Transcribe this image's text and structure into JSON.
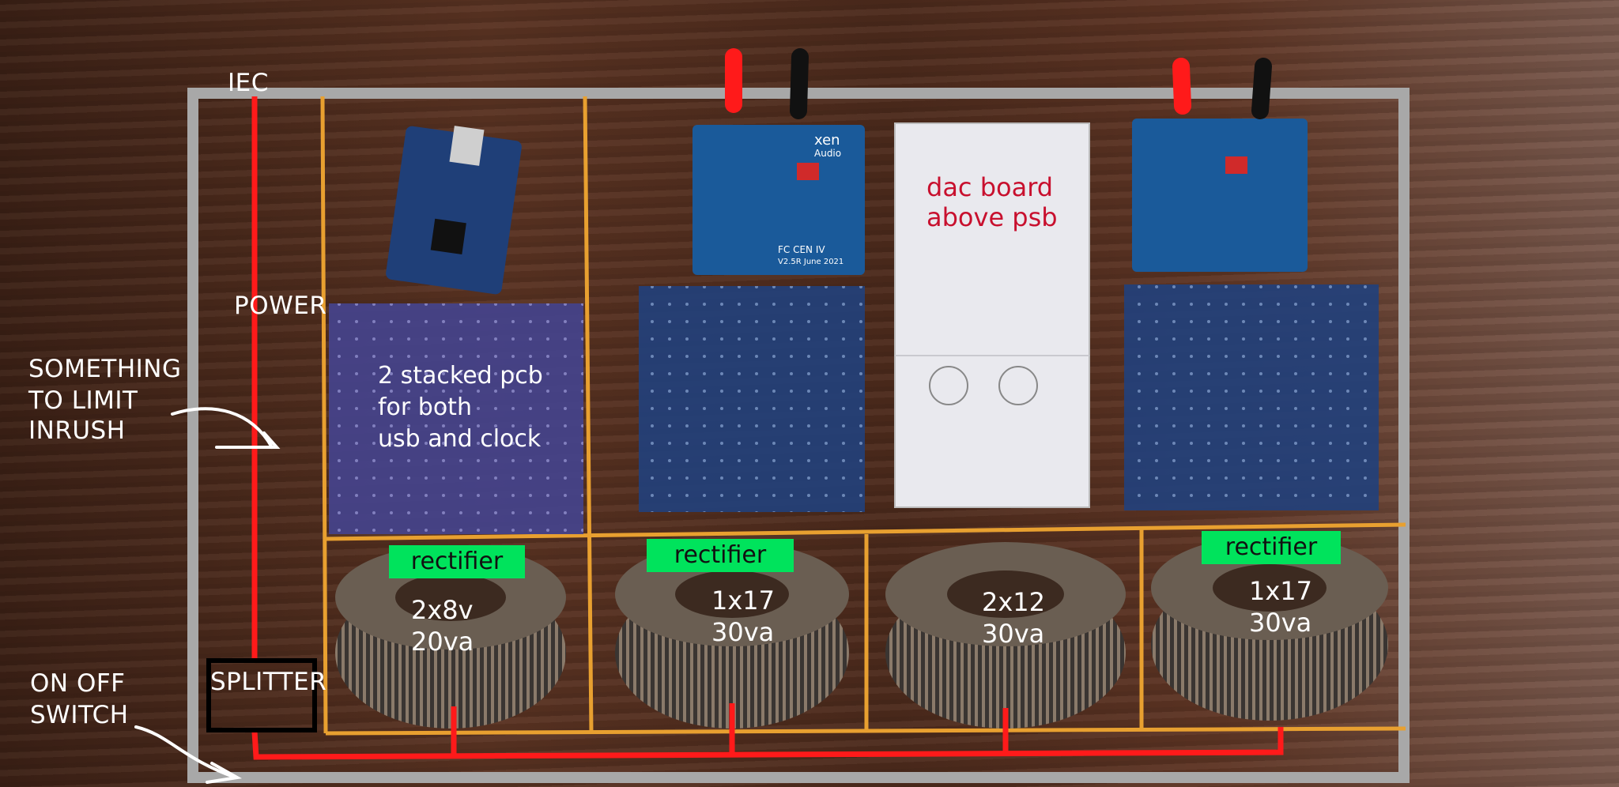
{
  "annotations": {
    "iec": "IEC",
    "power": "POWER",
    "inrush": [
      "SOMETHING",
      "TO LIMIT",
      "INRUSH"
    ],
    "splitter": "SPLITTER",
    "switch": [
      "ON OFF",
      "SWITCH"
    ]
  },
  "boards": {
    "usb_clock": [
      "2 stacked pcb",
      "for both",
      "usb and clock"
    ],
    "dac": [
      "dac board",
      "above psb"
    ],
    "left_reg_brand": "xen",
    "left_reg_sub": "Audio",
    "left_reg_model": "FC CEN IV",
    "left_reg_ver": "V2.5R  June 2021"
  },
  "rectifier_label": "rectifier",
  "transformers": [
    {
      "label": [
        "2x8v",
        "20va"
      ]
    },
    {
      "label": [
        "1x17",
        "30va"
      ]
    },
    {
      "label": [
        "2x12",
        "30va"
      ]
    },
    {
      "label": [
        "1x17",
        "30va"
      ]
    }
  ],
  "colors": {
    "chassis": "#a8a8a8",
    "section_lines": "#e8a030",
    "power_wire": "#ff1a1a",
    "rectifier_badge": "#00e35c",
    "dac_text": "#c8102e",
    "pcb_blue": "#1f3f78"
  }
}
